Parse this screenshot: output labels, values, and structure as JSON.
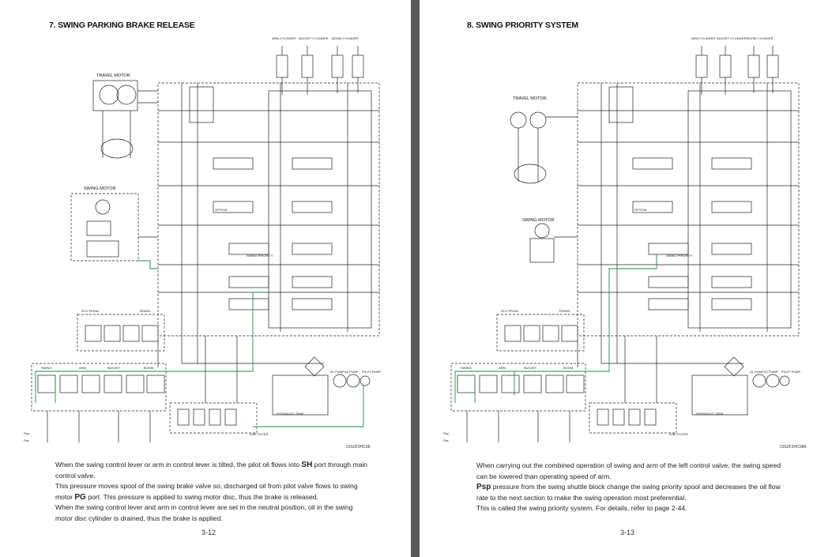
{
  "left_page": {
    "title": "7. SWING PARKING BRAKE RELEASE",
    "diagram_labels": {
      "travel_motor": "TRAVEL MOTOR",
      "swing_motor": "SWING MOTOR",
      "arm_cylinder": "ARM CYLINDER",
      "bucket_cylinder": "BUCKET CYLINDER",
      "boom_cylinder": "BOOM CYLINDER",
      "rcv_pedal": "RCV PEDAL",
      "travel": "TRAVEL",
      "swing": "SWING",
      "arm": "ARM",
      "bucket": "BUCKET",
      "boom": "BOOM",
      "line_filter": "LINE FILTER",
      "hydraulic_tank": "HYDRAULIC TANK",
      "pilot_pump": "PILOT PUMP",
      "option": "OPTION",
      "swing_priority": "SWING PRIORITY",
      "a1_pump": "A1 PUMP",
      "a2_pump": "A2 PUMP",
      "psp": "Psp",
      "pss": "Pss"
    },
    "drawing_code": "23S2F3HC08",
    "paragraphs": [
      [
        "When the swing control lever or arm in control lever is tilted, the pilot oil flows into ",
        "SH",
        " port through main control valve."
      ],
      [
        "This pressure moves spool of the swing brake valve so, discharged oil from pilot valve flows to swing motor ",
        "PG",
        " port. This pressure is applied to swing motor disc, thus the brake is released."
      ],
      [
        "When the swing control lever and arm in control lever are set in the neutral position, oil in the swing motor disc cylinder is drained, thus the brake is applied.",
        "",
        ""
      ]
    ],
    "page_number": "3-12"
  },
  "right_page": {
    "title": "8. SWING PRIORITY SYSTEM",
    "diagram_labels": {
      "travel_motor": "TRAVEL MOTOR",
      "swing_motor": "SWING MOTOR",
      "arm_cylinder": "ARM CYLINDER",
      "bucket_cylinder": "BUCKET CYLINDER",
      "boom_cylinder": "BOOM CYLINDER",
      "rcv_pedal": "RCV PEDAL",
      "travel": "TRAVEL",
      "swing": "SWING",
      "arm": "ARM",
      "bucket": "BUCKET",
      "boom": "BOOM",
      "line_filter": "LINE FILTER",
      "hydraulic_tank": "HYDRAULIC TANK",
      "pilot_pump": "PILOT PUMP",
      "option": "OPTION",
      "swing_priority": "SWING PRIORITY",
      "a1_pump": "A1 PUMP",
      "a2_pump": "A2 PUMP",
      "psp": "Psp",
      "pss": "Pss"
    },
    "drawing_code": "23S2F3HC08A",
    "paragraphs": [
      [
        "When carrying out the combined operation of swing and arm of the left control valve, the swing speed can be lowered than operating speed of arm.",
        "",
        ""
      ],
      [
        "",
        "Psp",
        " pressure from the swing shuttle block change the swing priority spool and decreases the oil flow rate to the next section to make the swing operation most preferential."
      ],
      [
        "This is called the swing priority system. For details, refer to page 2-44.",
        "",
        ""
      ]
    ],
    "page_number": "3-13"
  },
  "colors": {
    "line": "#222222",
    "highlight": "#1e8a4a",
    "gutter": "#5a5a5a",
    "background": "#6e6e6e"
  }
}
